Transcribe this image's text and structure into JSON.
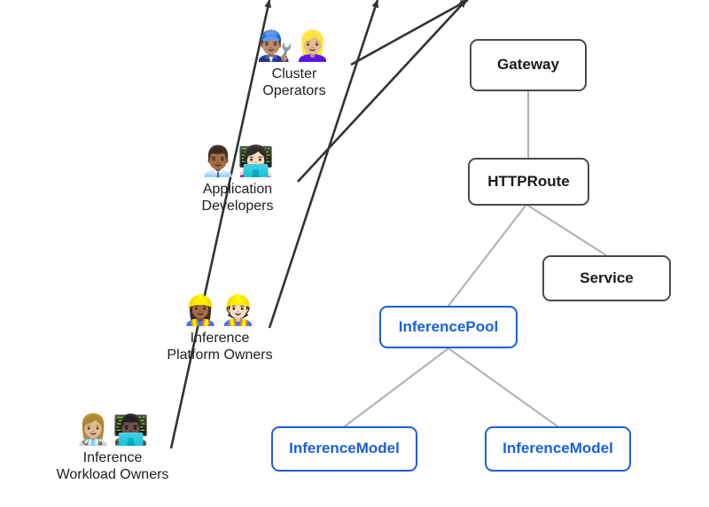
{
  "diagram": {
    "title": "Gateway API Inference Extension personas and resources",
    "background": "#ffffff",
    "colors": {
      "gray_border": "#4a4a4a",
      "blue_border": "#1a5fe0",
      "blue_text": "#1a5fe0",
      "dark_text": "#202020",
      "edge_line": "#b3b3b3",
      "arrow": "#333333"
    }
  },
  "personas": [
    {
      "id": "cluster-operators",
      "label": "Cluster\nOperators",
      "emojis": "👨🏽‍🔧👱🏼‍♀️",
      "emoji_names": [
        "mechanic-man-icon",
        "mechanic-woman-icon"
      ],
      "targets": "Gateway"
    },
    {
      "id": "application-developers",
      "label": "Application\nDevelopers",
      "emojis": "👨🏾‍💼👩🏻‍💻",
      "emoji_names": [
        "office-worker-man-icon",
        "technologist-woman-icon"
      ],
      "targets": "HTTPRoute"
    },
    {
      "id": "inference-platform-owners",
      "label": "Inference\nPlatform Owners",
      "emojis": "👷🏾‍♀️👷🏻",
      "emoji_names": [
        "construction-worker-woman-icon",
        "construction-worker-man-icon"
      ],
      "targets": "InferencePool"
    },
    {
      "id": "inference-workload-owners",
      "label": "Inference\nWorkload Owners",
      "emojis": "👩🏼‍⚕️👨🏿‍💻",
      "emoji_names": [
        "health-worker-woman-icon",
        "technologist-man-icon"
      ],
      "targets": "InferenceModel"
    }
  ],
  "nodes": [
    {
      "id": "gateway",
      "label": "Gateway",
      "style": "gray"
    },
    {
      "id": "httproute",
      "label": "HTTPRoute",
      "style": "gray"
    },
    {
      "id": "service",
      "label": "Service",
      "style": "gray"
    },
    {
      "id": "inferencepool",
      "label": "InferencePool",
      "style": "blue"
    },
    {
      "id": "inferencemodel1",
      "label": "InferenceModel",
      "style": "blue"
    },
    {
      "id": "inferencemodel2",
      "label": "InferenceModel",
      "style": "blue"
    }
  ],
  "edges": [
    {
      "from": "gateway",
      "to": "httproute",
      "kind": "link"
    },
    {
      "from": "httproute",
      "to": "service",
      "kind": "link"
    },
    {
      "from": "httproute",
      "to": "inferencepool",
      "kind": "link"
    },
    {
      "from": "inferencepool",
      "to": "inferencemodel1",
      "kind": "link"
    },
    {
      "from": "inferencepool",
      "to": "inferencemodel2",
      "kind": "link"
    }
  ],
  "arrows": [
    {
      "from": "cluster-operators",
      "to": "gateway"
    },
    {
      "from": "application-developers",
      "to": "httproute"
    },
    {
      "from": "inference-platform-owners",
      "to": "inferencepool"
    },
    {
      "from": "inference-workload-owners",
      "to": "inferencemodel1"
    }
  ]
}
